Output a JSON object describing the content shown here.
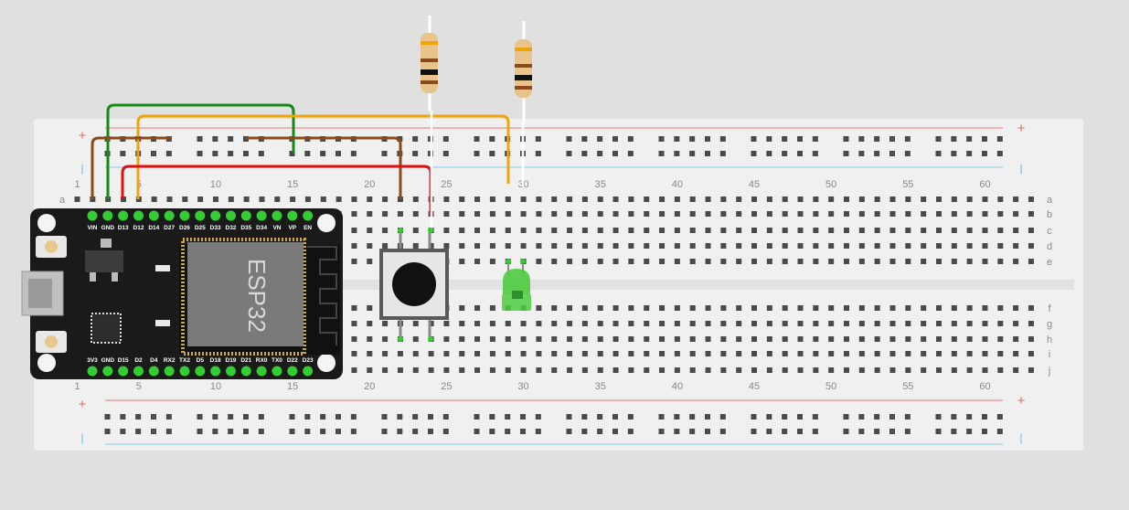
{
  "canvas": {
    "background": "#e0e0e0"
  },
  "breadboard": {
    "column_numbers_top": [
      "1",
      "5",
      "10",
      "15",
      "20",
      "25",
      "30",
      "35",
      "40",
      "45",
      "50",
      "55",
      "60"
    ],
    "column_numbers_bottom": [
      "1",
      "5",
      "10",
      "15",
      "20",
      "25",
      "30",
      "35",
      "40",
      "45",
      "50",
      "55",
      "60"
    ],
    "row_letters_top": [
      "a",
      "b",
      "c",
      "d",
      "e"
    ],
    "row_letters_bottom": [
      "f",
      "g",
      "h",
      "i",
      "j"
    ],
    "rail_plus": "+",
    "rail_minus": "|",
    "colors": {
      "body": "#f0f0f0",
      "hole": "#4a4a4a",
      "rail_positive": "#f0a09a",
      "rail_negative": "#a8d8ef"
    }
  },
  "esp32": {
    "chip_label": "ESP32",
    "top_pins": [
      "VIN",
      "GND",
      "D13",
      "D12",
      "D14",
      "D27",
      "D26",
      "D25",
      "D33",
      "D32",
      "D35",
      "D34",
      "VN",
      "VP",
      "EN"
    ],
    "bottom_pins": [
      "3V3",
      "GND",
      "D15",
      "D2",
      "D4",
      "RX2",
      "TX2",
      "D5",
      "D18",
      "D19",
      "D21",
      "RX0",
      "TX0",
      "D22",
      "D23"
    ],
    "colors": {
      "board": "#1a1a1a",
      "pin": "#33cc33",
      "chip": "#777777"
    }
  },
  "components": {
    "pushbutton": {
      "name": "push-button"
    },
    "led": {
      "name": "led",
      "color": "#4dcc40"
    },
    "resistors": [
      {
        "name": "resistor-1"
      },
      {
        "name": "resistor-2"
      }
    ]
  },
  "wires": [
    {
      "name": "wire-green",
      "color": "#168a16"
    },
    {
      "name": "wire-orange",
      "color": "#f0a30a"
    },
    {
      "name": "wire-brown-1",
      "color": "#8b4a1a"
    },
    {
      "name": "wire-brown-2",
      "color": "#8b4a1a"
    },
    {
      "name": "wire-red",
      "color": "#e01010"
    }
  ]
}
